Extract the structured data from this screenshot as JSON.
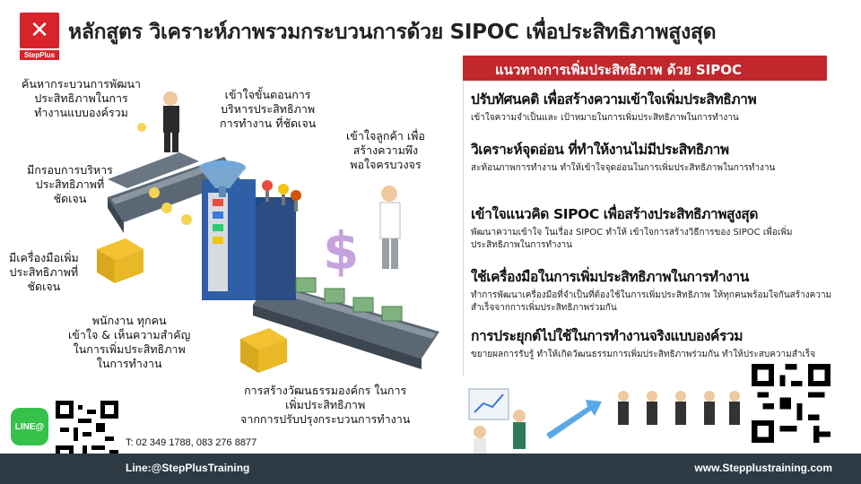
{
  "header": {
    "logo_brand": "StepPlus",
    "title": "หลักสูตร วิเคราะห์ภาพรวมกระบวนการด้วย SIPOC เพื่อประสิทธิภาพสูงสุด",
    "brand_color": "#d8232a"
  },
  "right_panel": {
    "header": "แนวทางการเพิ่มประสิทธิภาพ ด้วย SIPOC",
    "header_color": "#c1272d",
    "points": [
      {
        "title": "ปรับทัศนคติ เพื่อสร้างความเข้าใจเพิ่มประสิทธิภาพ",
        "desc": "เข้าใจความจำเป็นและ เป้าหมายในการเพิ่มประสิทธิภาพในการทำงาน"
      },
      {
        "title": "วิเคราะห์จุดอ่อน ที่ทำให้งานไม่มีประสิทธิภาพ",
        "desc": "สะท้อนภาพการทำงาน ทำให้เข้าใจจุดอ่อนในการเพิ่มประสิทธิภาพในการทำงาน"
      },
      {
        "title": "เข้าใจแนวคิด SIPOC เพื่อสร้างประสิทธิภาพสูงสุด",
        "desc": "พัฒนาความเข้าใจ ในเรื่อง SIPOC ทำให้ เข้าใจการสร้างวิธีการของ SIPOC เพื่อเพิ่มประสิทธิภาพในการทำงาน"
      },
      {
        "title": "ใช้เครื่องมือในการเพิ่มประสิทธิภาพในการทำงาน",
        "desc": "ทำการพัฒนาเครื่องมือที่จำเป็นที่ต้องใช้ในการเพิ่มประสิทธิภาพ ให้ทุกคนพร้อมใจกันสร้างความสำเร็จจากการเพิ่มประสิทธิภาพร่วมกัน"
      },
      {
        "title": "การประยุกต์ไปใช้ในการทำงานจริงแบบองค์รวม",
        "desc": "ขยายผลการรับรู้ ทำให้เกิดวัฒนธรรมการเพิ่มประสิทธิภาพร่วมกัน ทำให้ประสบความสำเร็จ"
      }
    ]
  },
  "illustration": {
    "labels": [
      "ค้นหากระบวนการพัฒนา\nประสิทธิภาพในการ\nทำงานแบบองค์รวม",
      "เข้าใจขั้นตอนการ\nบริหารประสิทธิภาพ\nการทำงาน ที่ชัดเจน",
      "เข้าใจลูกค้า เพื่อ\nสร้างความพึง\nพอใจครบวงจร",
      "มีกรอบการบริหาร\nประสิทธิภาพที่\nชัดเจน",
      "มีเครื่องมือเพิ่ม\nประสิทธิภาพที่\nชัดเจน",
      "พนักงาน ทุกคน\nเข้าใจ & เห็นความสำคัญ\nในการเพิ่มประสิทธิภาพ\nในการทำงาน",
      "การสร้างวัฒนธรรมองค์กร ในการ\nเพิ่มประสิทธิภาพ\nจากการปรับปรุงกระบวนการทำงาน"
    ]
  },
  "contact": {
    "line_icon": "LINE@",
    "phone": "T: 02 349 1788, 083 276 8877",
    "line_id": "Line:@StepPlusTraining",
    "website": "www.Stepplustraining.com"
  },
  "icons": [
    "stepplus-logo-icon",
    "line-icon",
    "qr-code-icon",
    "conveyor-machine-icon",
    "lightbulb-icon",
    "box-icon",
    "dollar-icon",
    "money-stack-icon",
    "growth-arrow-icon"
  ]
}
